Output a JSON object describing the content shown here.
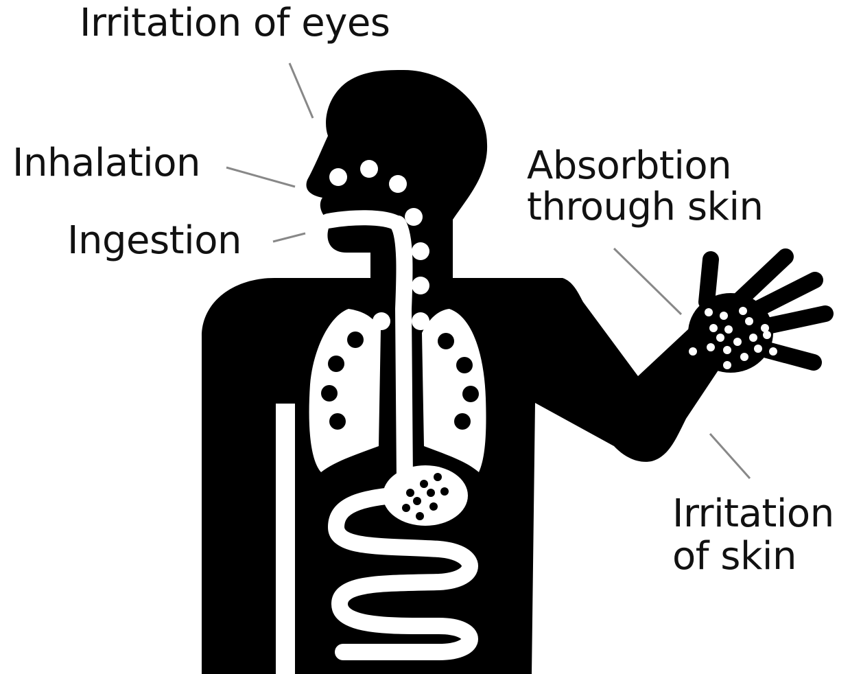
{
  "labels": {
    "eyes": "Irritation of eyes",
    "inhalation": "Inhalation",
    "ingestion": "Ingestion",
    "absorption_line1": "Absorbtion",
    "absorption_line2": "through skin",
    "skin_line1": "Irritation",
    "skin_line2": "of skin"
  },
  "colors": {
    "figure": "#000000",
    "organs": "#ffffff",
    "leader_lines": "#888888",
    "text": "#111111"
  }
}
